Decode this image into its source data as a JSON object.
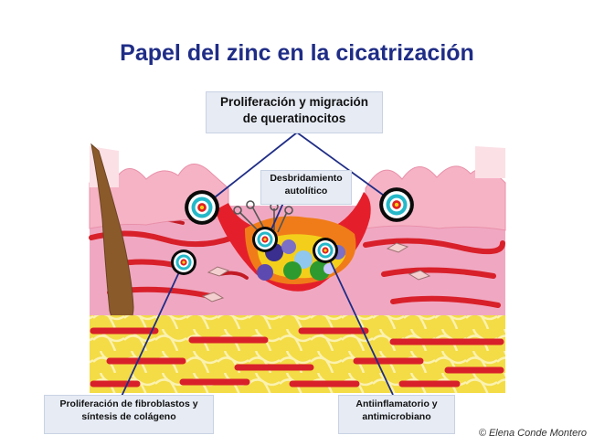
{
  "title": "Papel del zinc en la cicatrización",
  "labels": {
    "keratinocytes": {
      "line1": "Proliferación y migración",
      "line2": "de queratinocitos"
    },
    "debridement": {
      "line1": "Desbridamiento",
      "line2": "autolítico"
    },
    "fibroblasts": {
      "line1": "Proliferación de fibroblastos y",
      "line2": "síntesis de colágeno"
    },
    "antiinflammatory": {
      "line1": "Antiinflamatorio y",
      "line2": "antimicrobiano"
    }
  },
  "credit": "© Elena Conde Montero",
  "colors": {
    "title": "#1f2d86",
    "label_bg": "#e6ebf4",
    "epidermis": "#f3a9bd",
    "dermis_red": "#d8202a",
    "fat": "#f0d330",
    "wound": "#e41f2b",
    "wound_core": "#f07c19",
    "connector": "#1f2d86"
  },
  "icons": [
    "target-icon",
    "hair-follicle-icon",
    "scissors-icon",
    "macrophage-icon",
    "bacteria-icon"
  ]
}
